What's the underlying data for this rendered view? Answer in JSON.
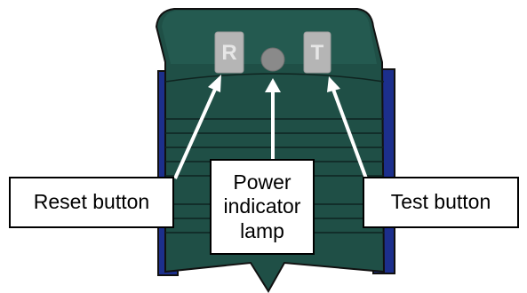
{
  "buttons": {
    "reset_letter": "R",
    "test_letter": "T"
  },
  "labels": {
    "reset": "Reset button",
    "power": "Power\nindicator\nlamp",
    "test": "Test button"
  },
  "colors": {
    "body": "#1f4f46",
    "outline": "#1a1a1a",
    "side_blue": "#1c2f8c",
    "button_face": "#b5b5b5",
    "button_letter": "#e6e6e6",
    "lamp": "#8a8a8a",
    "arrow": "#ffffff"
  }
}
